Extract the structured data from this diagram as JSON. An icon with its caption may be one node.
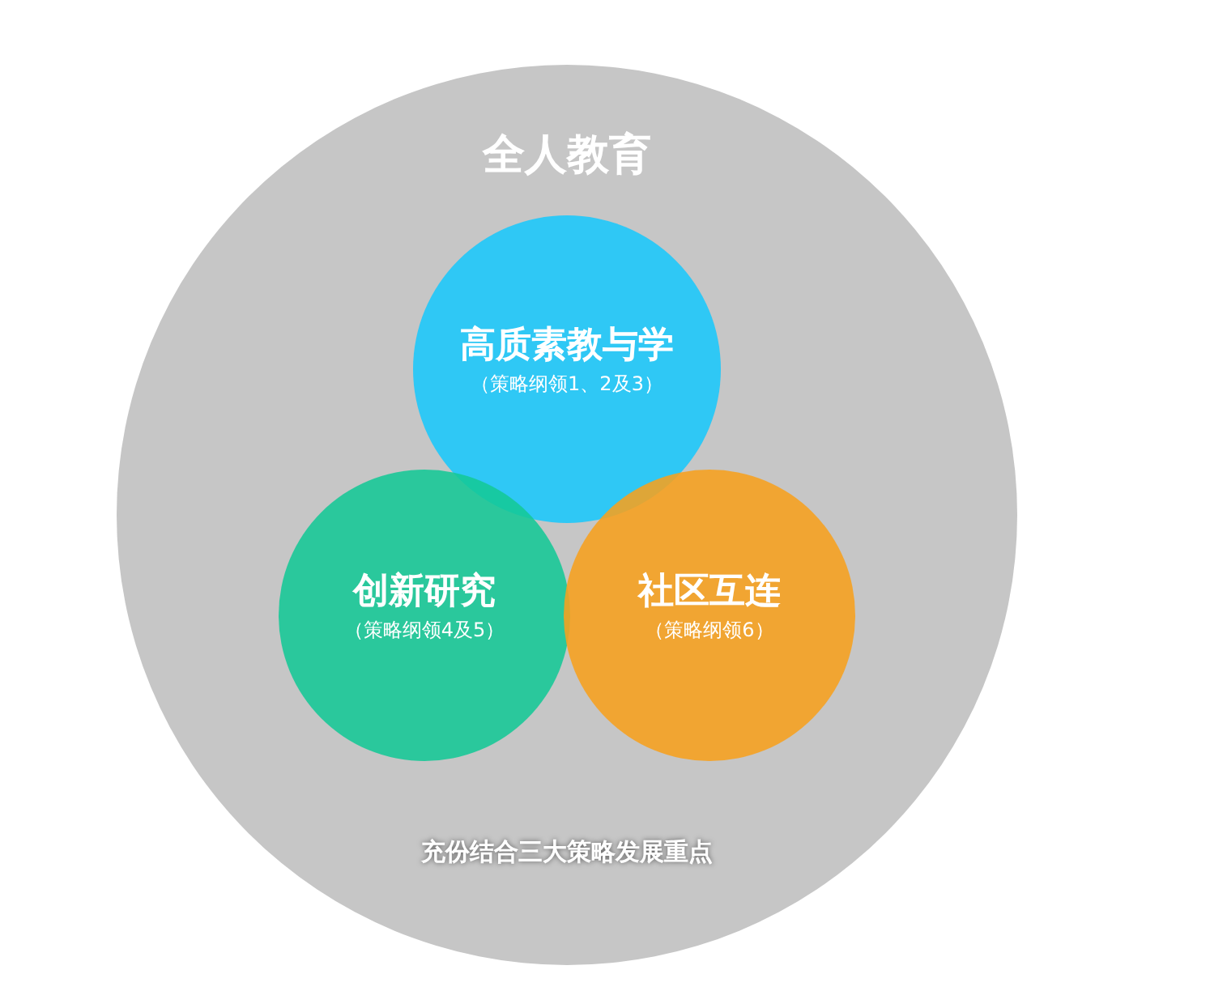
{
  "diagram": {
    "nodes": [
      {
        "text": [
          "全人教育",
          "充份结合三大策略发展重点"
        ]
      },
      {
        "text": [
          "高质素教与学",
          "（策略纲领1、2及3）"
        ],
        "in": 0
      },
      {
        "text": [
          "创新研究",
          "（策略纲领4及5）"
        ],
        "in": 0
      },
      {
        "text": [
          "社区互连",
          "（策略纲领6）"
        ],
        "in": 0
      }
    ]
  }
}
